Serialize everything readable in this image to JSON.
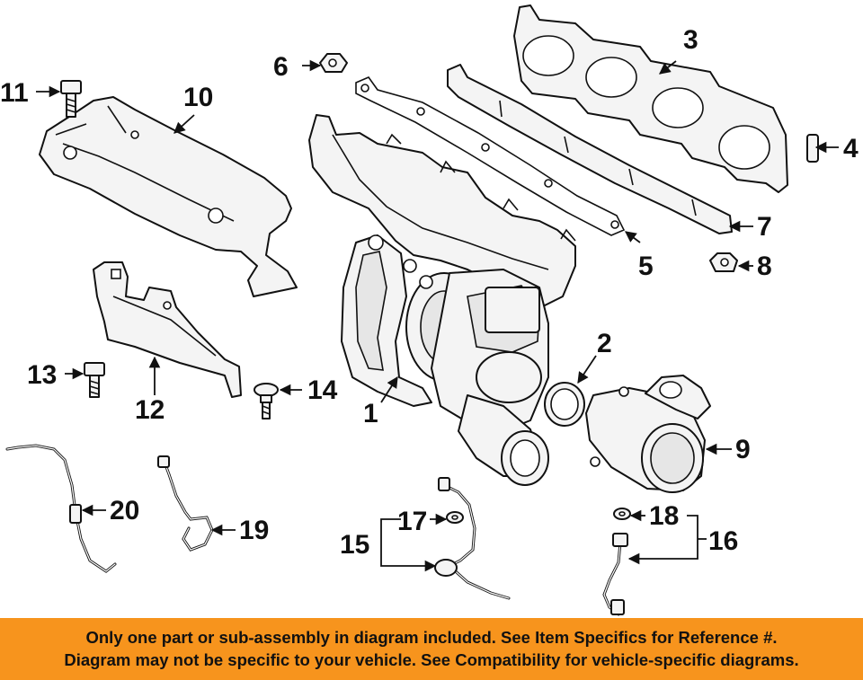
{
  "callouts": {
    "c1": "1",
    "c2": "2",
    "c3": "3",
    "c4": "4",
    "c5": "5",
    "c6": "6",
    "c7": "7",
    "c8": "8",
    "c9": "9",
    "c10": "10",
    "c11": "11",
    "c12": "12",
    "c13": "13",
    "c14": "14",
    "c15": "15",
    "c16": "16",
    "c17": "17",
    "c18": "18",
    "c19": "19",
    "c20": "20"
  },
  "disclaimer": {
    "line1": "Only one part or sub-assembly in diagram included. See Item Specifics for Reference #.",
    "line2": "Diagram may not be specific to your vehicle. See Compatibility for vehicle-specific diagrams."
  },
  "colors": {
    "banner": "#f7941d",
    "ink": "#111111",
    "background": "#ffffff"
  }
}
